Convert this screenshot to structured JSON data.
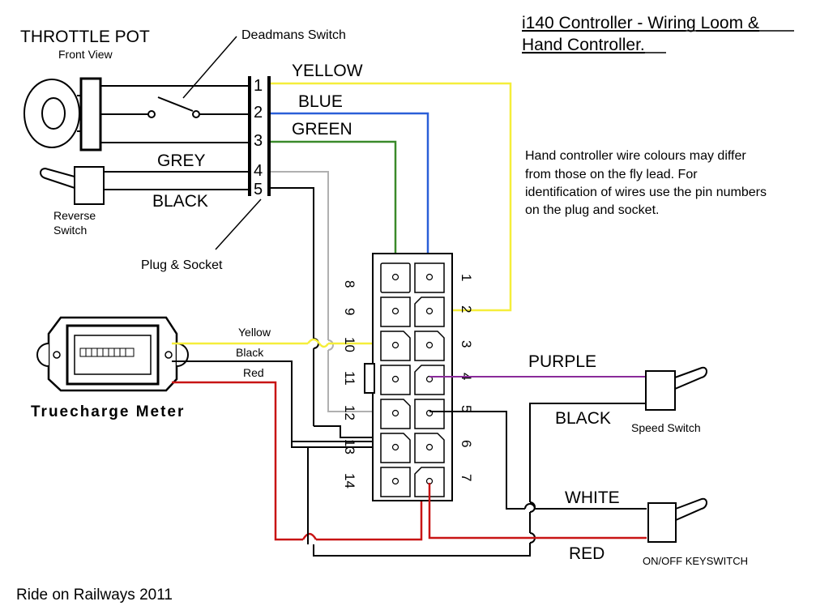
{
  "title_line1": "i140 Controller - Wiring Loom &",
  "title_line2": "Hand Controller.",
  "throttle_pot": {
    "label": "THROTTLE POT",
    "sublabel": "Front View"
  },
  "deadmans_switch": "Deadmans Switch",
  "reverse_switch": {
    "line1": "Reverse",
    "line2": "Switch"
  },
  "plug_socket": "Plug & Socket",
  "plug_pins": [
    "1",
    "2",
    "3",
    "4",
    "5"
  ],
  "wires": {
    "yellow": "YELLOW",
    "blue": "BLUE",
    "green": "GREEN",
    "grey": "GREY",
    "black": "BLACK",
    "purple": "PURPLE",
    "black2": "BLACK",
    "white": "WHITE",
    "red": "RED"
  },
  "note": [
    "Hand controller wire colours may differ",
    "from those on the fly lead. For",
    "identification of wires use the pin numbers",
    "on the plug and socket."
  ],
  "meter": {
    "label": "Truecharge Meter",
    "wire_yellow": "Yellow",
    "wire_black": "Black",
    "wire_red": "Red"
  },
  "connector_left_pins": [
    "8",
    "9",
    "10",
    "11",
    "12",
    "13",
    "14"
  ],
  "connector_right_pins": [
    "1",
    "2",
    "3",
    "4",
    "5",
    "6",
    "7"
  ],
  "speed_switch": "Speed Switch",
  "keyswitch": "ON/OFF KEYSWITCH",
  "footer": "Ride on Railways  2011",
  "colors": {
    "yellow": "#f5ee3a",
    "blue": "#2a5fd8",
    "green": "#3a8a2a",
    "grey": "#b0b0b0",
    "purple": "#8a2a9a",
    "red": "#c81414",
    "black": "#000000"
  }
}
